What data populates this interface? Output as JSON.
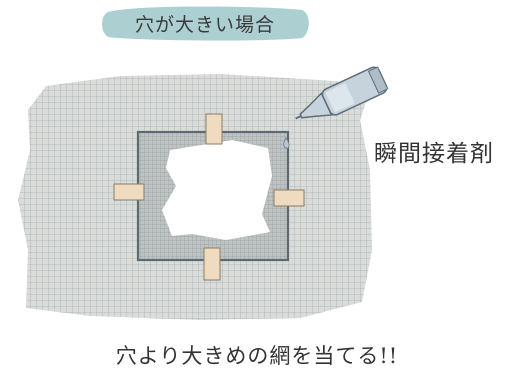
{
  "title": "穴が大きい場合",
  "glue_label": "瞬間接着剤",
  "caption": "穴より大きめの網を当てる!!",
  "colors": {
    "title_blob": "#a8ccd0",
    "net_fill": "#d9dcd9",
    "net_line": "#7d8a92",
    "patch_tape": "#efdcc0",
    "bottle": "#c7d3dc"
  },
  "icons": [
    "glue-bottle-icon"
  ]
}
